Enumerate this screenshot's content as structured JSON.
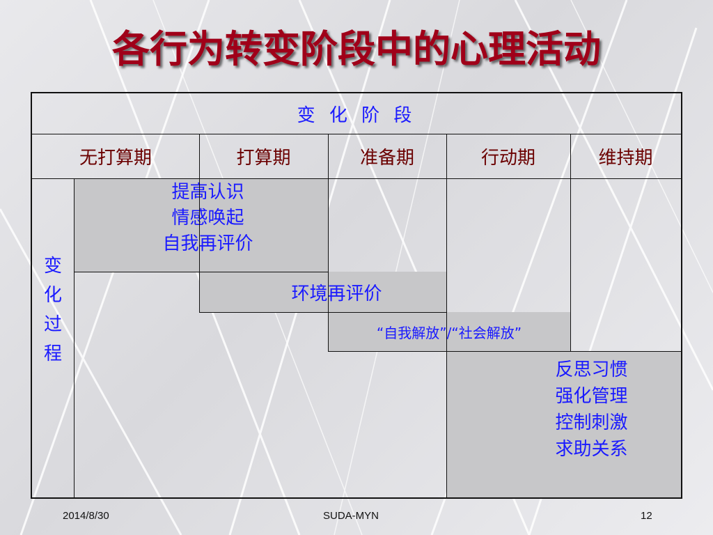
{
  "slide": {
    "title": "各行为转变阶段中的心理活动"
  },
  "table": {
    "header_span": "变 化 阶 段",
    "stages": [
      "无打算期",
      "打算期",
      "准备期",
      "行动期",
      "维持期"
    ],
    "row_label": "变\n化\n过\n程",
    "processes": {
      "cognitive": "提高认识\n情感唤起\n自我再评价",
      "env": "环境再评价",
      "liberation": "“自我解放”/“社会解放”",
      "behavioral": "反思习惯\n强化管理\n控制刺激\n求助关系"
    }
  },
  "footer": {
    "date": "2014/8/30",
    "author": "SUDA-MYN",
    "page": "12"
  }
}
